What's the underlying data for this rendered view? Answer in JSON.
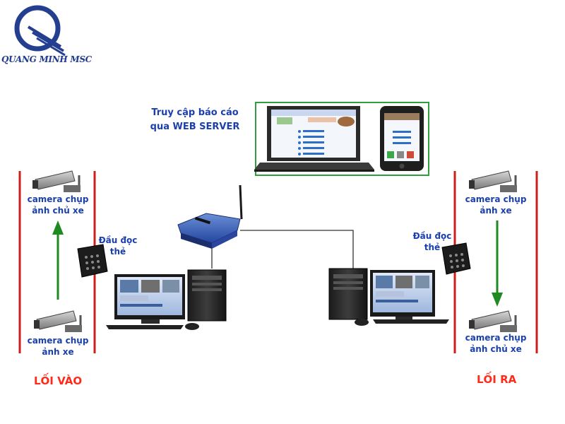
{
  "logo": {
    "text": "QUANG MINH MSC",
    "icon": "q-swoosh-logo-icon"
  },
  "web_access": {
    "line1": "Truy cập báo cáo",
    "line2": "qua WEB SERVER"
  },
  "entry": {
    "camera_top": [
      "camera chụp",
      "ảnh chủ xe"
    ],
    "camera_bottom": [
      "camera chụp",
      "ảnh xe"
    ],
    "reader": [
      "Đầu đọc",
      "thẻ"
    ],
    "gate": "LỐI VÀO",
    "arrow_direction": "up"
  },
  "exit": {
    "camera_top": [
      "camera chụp",
      "ảnh xe"
    ],
    "camera_bottom": [
      "camera chụp",
      "ảnh chủ xe"
    ],
    "reader": [
      "Đầu đọc",
      "thẻ"
    ],
    "gate": "LỐI RA",
    "arrow_direction": "down"
  },
  "colors": {
    "label_blue": "#1a3fae",
    "gate_red": "#ff2a1a",
    "lane_red": "#cc1f1f",
    "arrow_green": "#1f8a1f",
    "web_box_green": "#2e9e3e"
  }
}
